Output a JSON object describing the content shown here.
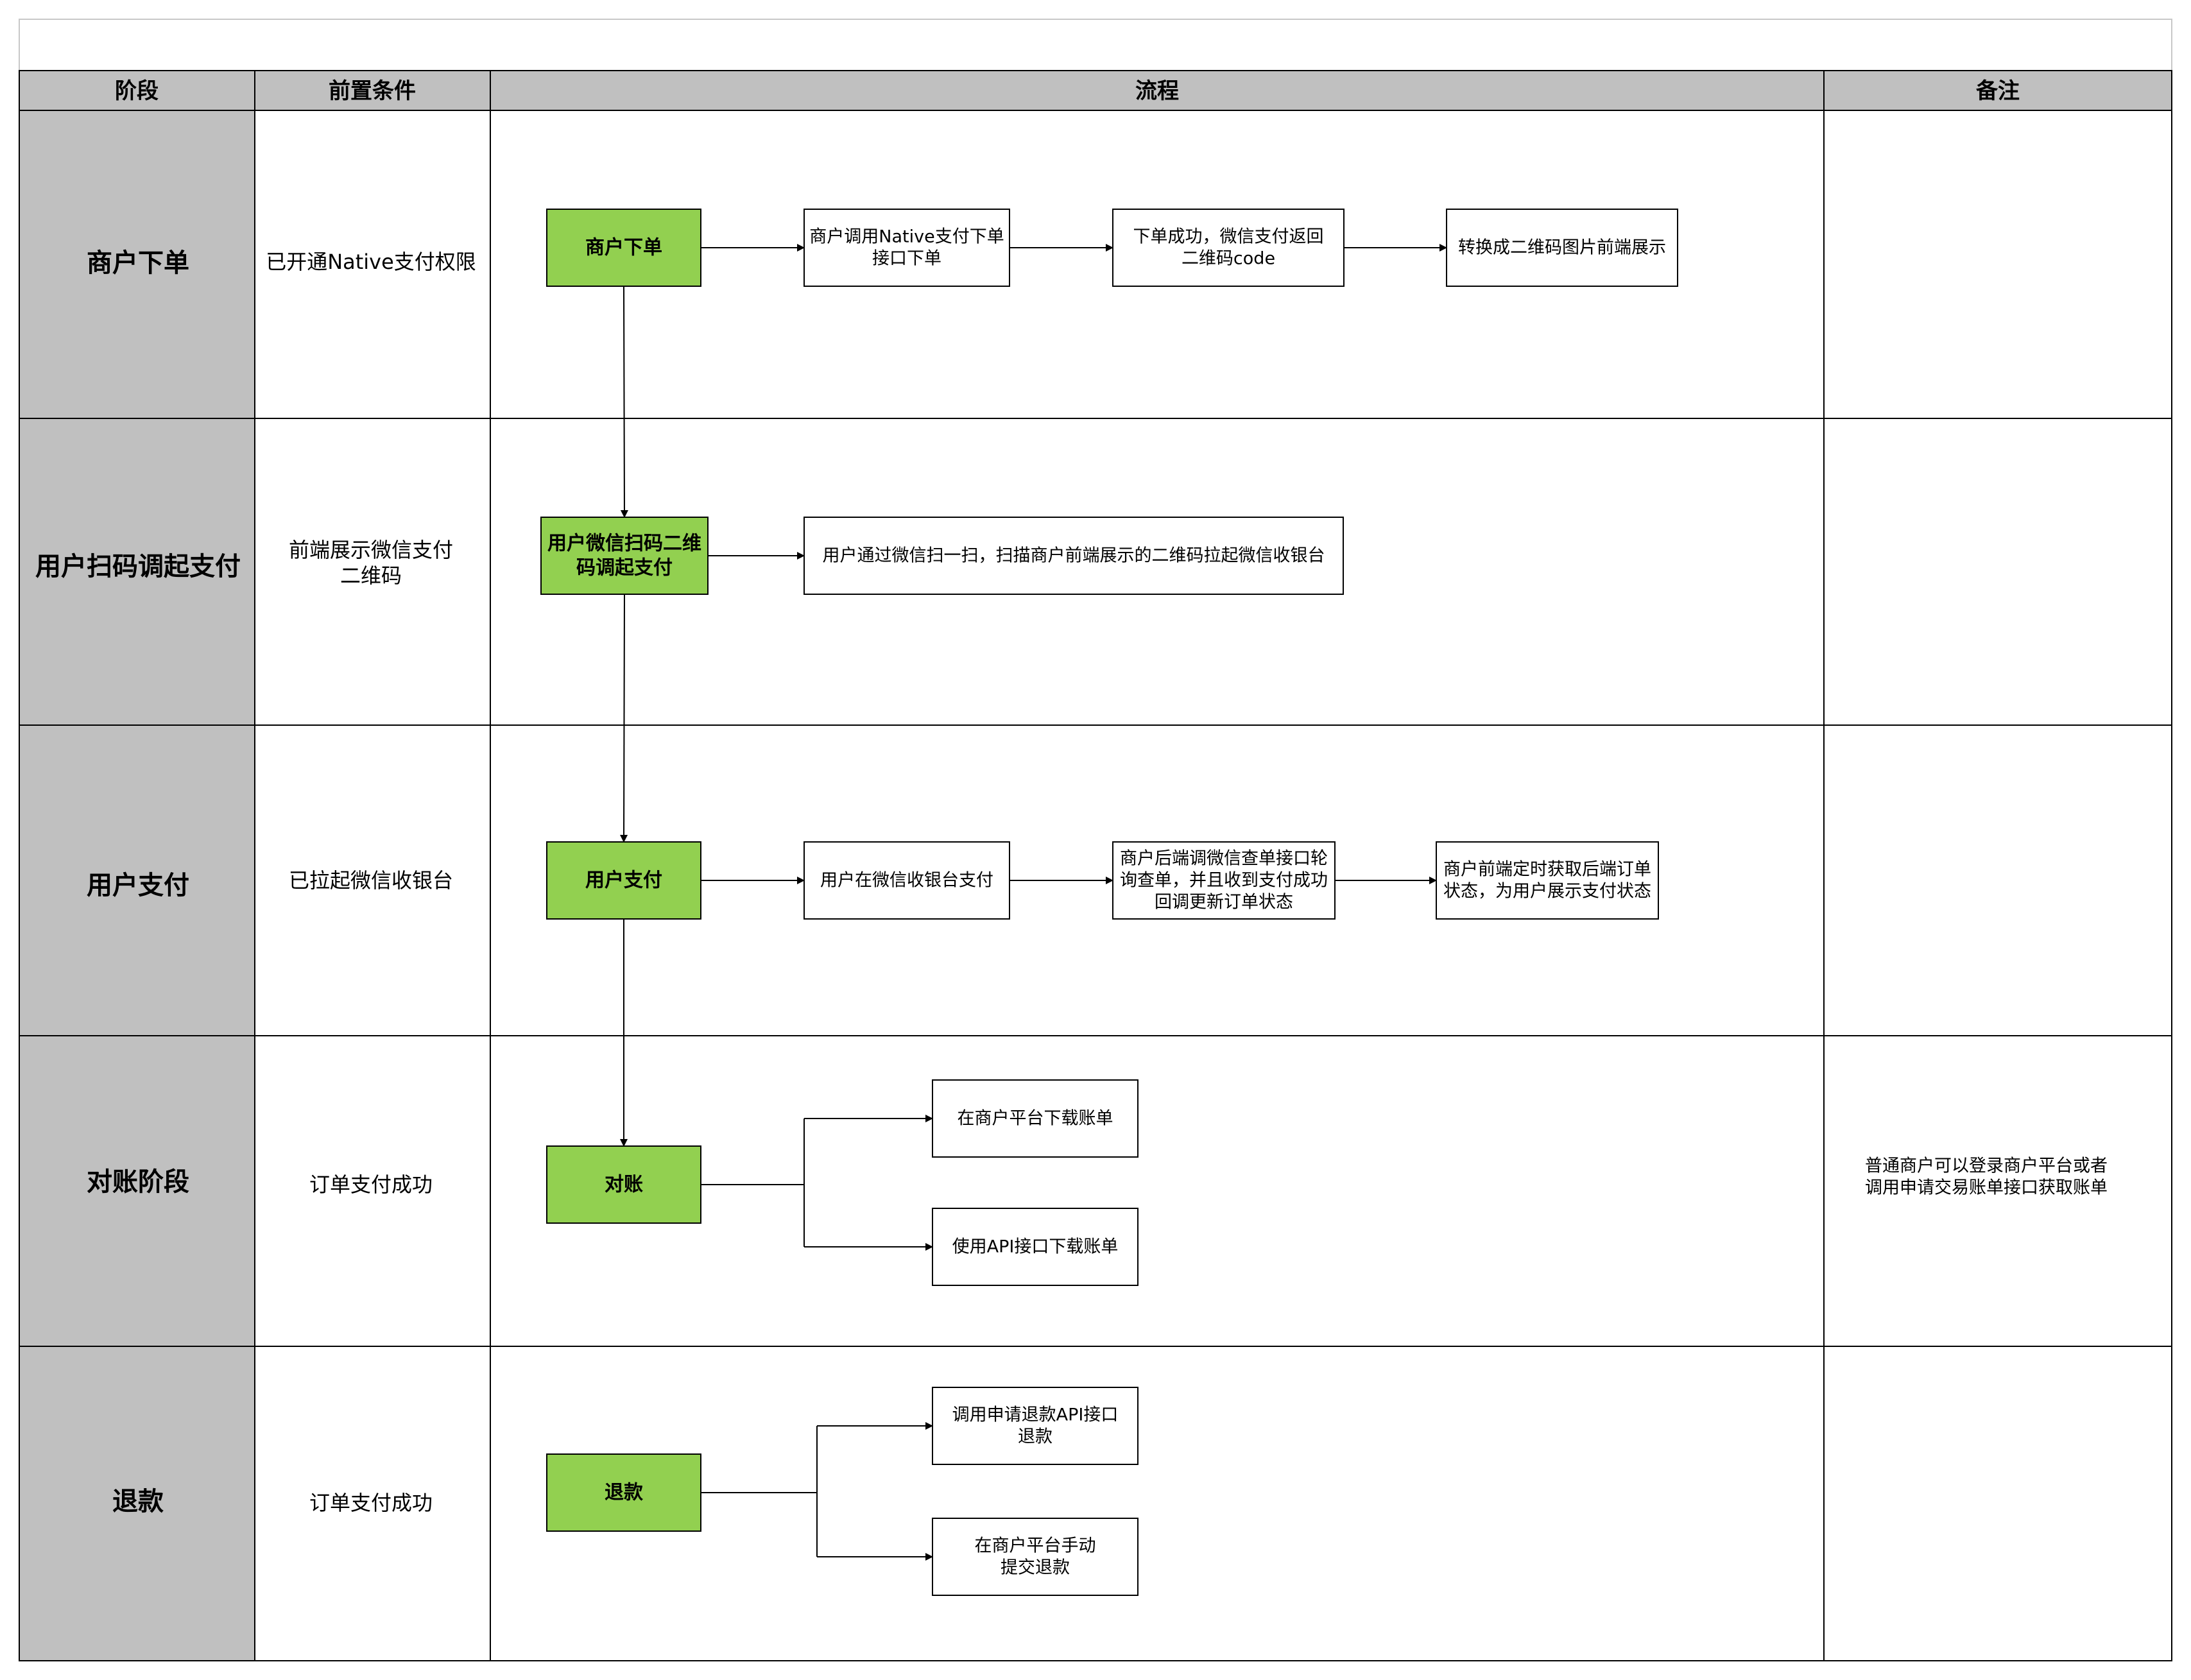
{
  "headers": {
    "stage": "阶段",
    "precondition": "前置条件",
    "process": "流程",
    "remark": "备注"
  },
  "rows": [
    {
      "stage": [
        "商户下单"
      ],
      "precondition": [
        "已开通Native支付权限"
      ],
      "remark": []
    },
    {
      "stage": [
        "用户扫码调起支付"
      ],
      "precondition": [
        "前端展示微信支付",
        "二维码"
      ],
      "remark": []
    },
    {
      "stage": [
        "用户支付"
      ],
      "precondition": [
        "已拉起微信收银台"
      ],
      "remark": []
    },
    {
      "stage": [
        "对账阶段"
      ],
      "precondition": [
        "订单支付成功"
      ],
      "remark": [
        "普通商户可以登录商户平台或者",
        "调用申请交易账单接口获取账单"
      ]
    },
    {
      "stage": [
        "退款"
      ],
      "precondition": [
        "订单支付成功"
      ],
      "remark": []
    }
  ],
  "nodes": {
    "order_main": [
      "商户下单"
    ],
    "order_step1": [
      "商户调用Native支付下单",
      "接口下单"
    ],
    "order_step2": [
      "下单成功，微信支付返回",
      "二维码code"
    ],
    "order_step3": [
      "转换成二维码图片前端展示"
    ],
    "scan_main": [
      "用户微信扫码二维",
      "码调起支付"
    ],
    "scan_step1": [
      "用户通过微信扫一扫，扫描商户前端展示的二维码拉起微信收银台"
    ],
    "pay_main": [
      "用户支付"
    ],
    "pay_step1": [
      "用户在微信收银台支付"
    ],
    "pay_step2": [
      "商户后端调微信查单接口轮",
      "询查单，并且收到支付成功",
      "回调更新订单状态"
    ],
    "pay_step3": [
      "商户前端定时获取后端订单",
      "状态，为用户展示支付状态"
    ],
    "recon_main": [
      "对账"
    ],
    "recon_step1": [
      "在商户平台下载账单"
    ],
    "recon_step2": [
      "使用API接口下载账单"
    ],
    "refund_main": [
      "退款"
    ],
    "refund_step1": [
      "调用申请退款API接口",
      "退款"
    ],
    "refund_step2": [
      "在商户平台手动",
      "提交退款"
    ]
  },
  "colors": {
    "header_fill": "#c0c0c0",
    "stage_fill": "#c0c0c0",
    "node_fill": "#92d050",
    "line": "#000000"
  }
}
